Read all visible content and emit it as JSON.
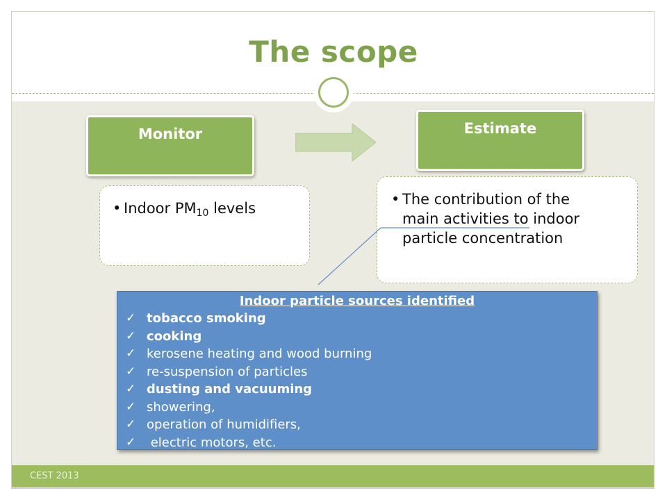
{
  "slide": {
    "title": "The scope",
    "monitor": {
      "label": "Monitor",
      "bullet_prefix": "Indoor PM",
      "bullet_sub": "10",
      "bullet_suffix": " levels"
    },
    "estimate": {
      "label": "Estimate",
      "bullet_lines": [
        "The contribution of the",
        "main activities to indoor",
        "particle concentration"
      ]
    },
    "sources": {
      "title": "Indoor particle sources  identified",
      "items": [
        {
          "text": "tobacco smoking",
          "bold": true
        },
        {
          "text": "cooking",
          "bold": true
        },
        {
          "text": "kerosene heating and wood burning",
          "bold": false
        },
        {
          "text": "re-suspension of particles",
          "bold": false
        },
        {
          "text": "dusting and vacuuming",
          "bold": true
        },
        {
          "text": "showering,",
          "bold": false
        },
        {
          "text": "operation of humidifiers,",
          "bold": false
        },
        {
          "text": " electric motors, etc.",
          "bold": false
        }
      ]
    },
    "footer": "CEST 2013"
  },
  "icons": {
    "check": "✓",
    "bullet": "•"
  },
  "colors": {
    "title_green": "#7fa24c",
    "box_green": "#8fb55a",
    "panel_blue": "#5f8fc9",
    "footer_green": "#9cbc5d",
    "content_bg": "#ecebe1"
  }
}
